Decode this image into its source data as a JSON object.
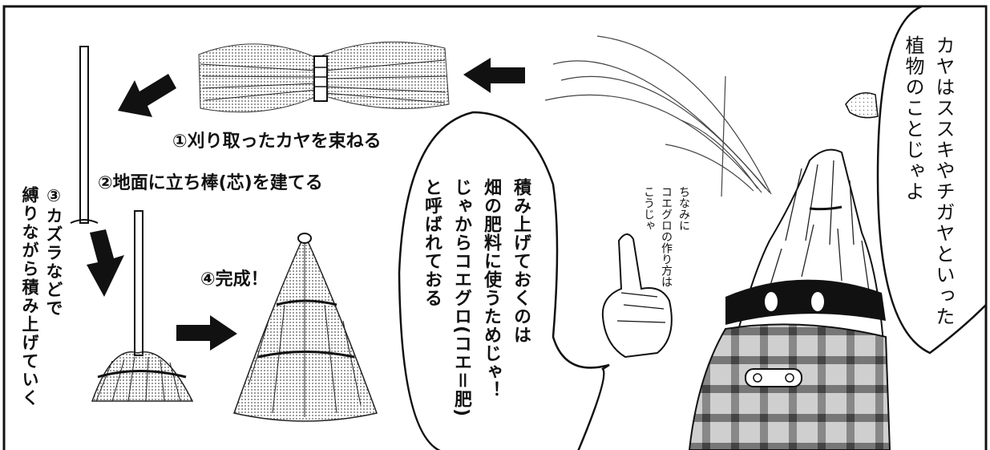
{
  "steps": {
    "step1": "①刈り取ったカヤを束ねる",
    "step2": "②地面に立ち棒(芯)を建てる",
    "step3_lines": [
      "③カズラなどで",
      "縛りながら積み上げていく"
    ],
    "step4": "④完成！"
  },
  "bubbles": {
    "right_lines": [
      "カヤはススキやチガヤといった",
      "植物のことじゃよ"
    ],
    "middle_lines": [
      "積み上げておくのは",
      "畑の肥料に使うためじゃ！",
      "じゃからコエグロ(コエ＝肥)",
      "と呼ばれておる"
    ]
  },
  "aside_lines": [
    "ちなみに",
    "コエグロの作り方は",
    "こうじゃ"
  ],
  "colors": {
    "ink": "#111111",
    "paper": "#ffffff",
    "screentone": "#bdbdbd"
  }
}
